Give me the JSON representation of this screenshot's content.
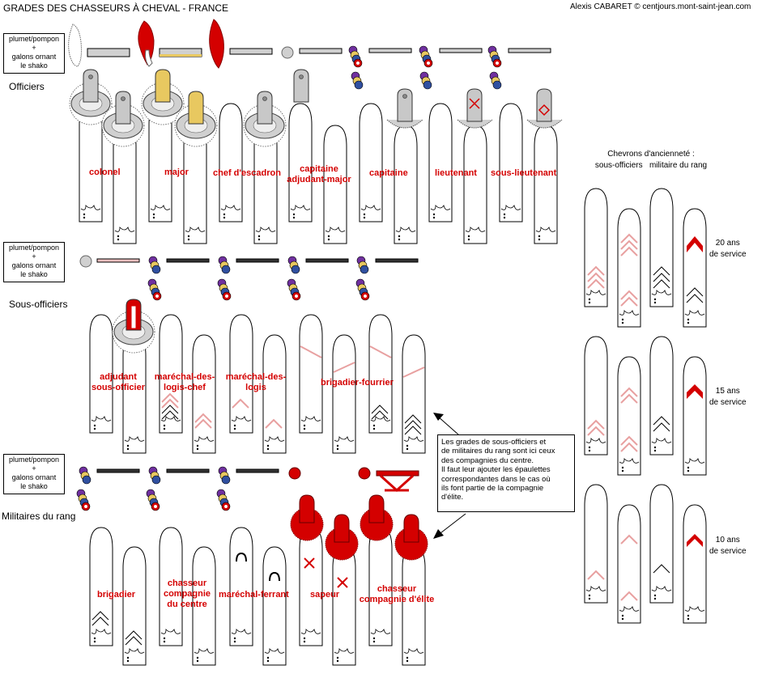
{
  "header": {
    "title": "GRADES DES CHASSEURS À CHEVAL - FRANCE",
    "credit": "Alexis CABARET © centjours.mont-saint-jean.com"
  },
  "legend_box": {
    "line1": "plumet/pompon",
    "line2": "+",
    "line3": "galons ornant",
    "line4": "le shako"
  },
  "sections": {
    "officers": "Officiers",
    "nco": "Sous-officiers",
    "ranks": "Militaires du rang"
  },
  "grades": {
    "colonel": "colonel",
    "major": "major",
    "chef_escadron": "chef d'escadron",
    "capitaine_adj_1": "capitaine",
    "capitaine_adj_2": "adjudant-major",
    "capitaine": "capitaine",
    "lieutenant": "lieutenant",
    "sous_lieutenant": "sous-lieutenant",
    "adjudant_1": "adjudant",
    "adjudant_2": "sous-officier",
    "mdl_chef_1": "maréchal-des-",
    "mdl_chef_2": "logis-chef",
    "mdl_1": "maréchal-des-",
    "mdl_2": "logis",
    "brigadier_fourrier": "brigadier-fourrier",
    "brigadier": "brigadier",
    "chasseur_centre_1": "chasseur",
    "chasseur_centre_2": "compagnie",
    "chasseur_centre_3": "du centre",
    "marechal_ferrant": "maréchal-ferrant",
    "sapeur": "sapeur",
    "chasseur_elite_1": "chasseur",
    "chasseur_elite_2": "compagnie d'élite"
  },
  "chevrons": {
    "head1": "Chevrons d'ancienneté :",
    "head2": "sous-officiers   militaire du rang",
    "y20_1": "20 ans",
    "y20_2": "de service",
    "y15_1": "15 ans",
    "y15_2": "de service",
    "y10_1": "10 ans",
    "y10_2": "de service"
  },
  "note": {
    "l1": "Les grades de sous-officiers et",
    "l2": "de militaires du rang sont ici ceux",
    "l3": "des compagnies du centre.",
    "l4": "Il faut leur ajouter les épaulettes",
    "l5": "correspondantes dans le cas où",
    "l6": "ils font partie de la compagnie",
    "l7": "d'élite."
  },
  "colors": {
    "red": "#d40000",
    "silver": "#c8c8c8",
    "gold": "#e8c860",
    "pink": "#e8a0a0",
    "dark": "#333333"
  }
}
